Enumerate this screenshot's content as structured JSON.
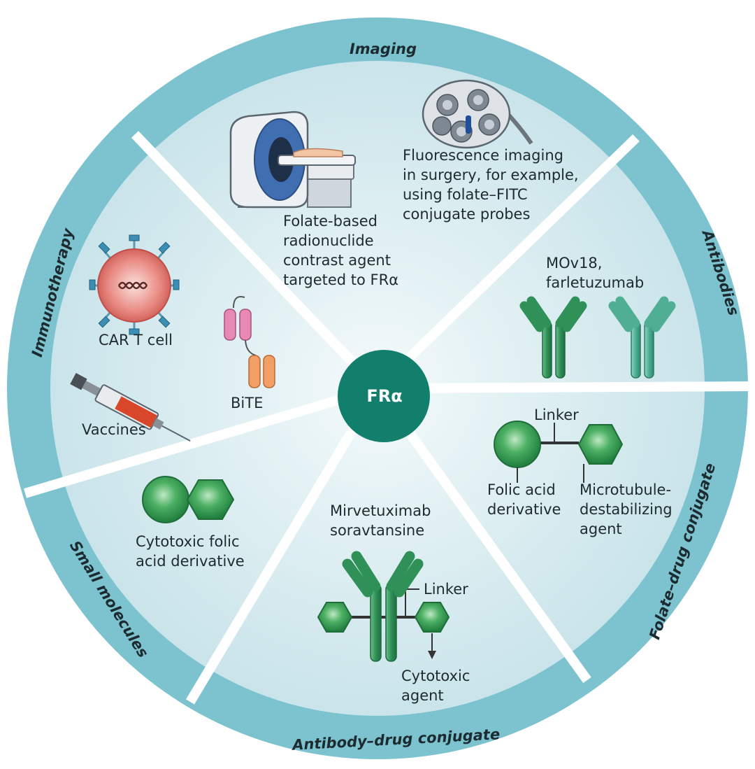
{
  "center": {
    "label": "FRα"
  },
  "sectors": [
    {
      "id": "imaging",
      "title": "Imaging"
    },
    {
      "id": "antibodies",
      "title": "Antibodies"
    },
    {
      "id": "folate-drug",
      "title": "Folate–drug conjugate"
    },
    {
      "id": "adc",
      "title": "Antibody–drug conjugate"
    },
    {
      "id": "small-molecules",
      "title": "Small molecules"
    },
    {
      "id": "immunotherapy",
      "title": "Immunotherapy"
    }
  ],
  "labels": {
    "folate_radionuclide": "Folate-based\nradionuclide\ncontrast agent\ntargeted to FRα",
    "fluorescence": "Fluorescence imaging\nin surgery, for example,\nusing folate–FITC\nconjugate probes",
    "antibodies_names": "MOv18,\nfarletuzumab",
    "linker_fdc": "Linker",
    "folic_acid_derivative": "Folic acid\nderivative",
    "microtubule_agent": "Microtubule-\ndestabilizing\nagent",
    "mirvetuximab": "Mirvetuximab\nsoravtansine",
    "linker_adc": "Linker",
    "cytotoxic_agent": "Cytotoxic\nagent",
    "cytotoxic_folic": "Cytotoxic folic\nacid derivative",
    "car_t": "CAR T cell",
    "bite": "BiTE",
    "vaccines": "Vaccines"
  },
  "colors": {
    "ring": "#7dc3cf",
    "ring_dark": "#5fb0bf",
    "sector_fill": "#d7ecf1",
    "separator": "#ffffff",
    "center": "#117f6b",
    "antibody_green": "#2e8e5a",
    "antibody_teal": "#4ea88f",
    "molecule_green": "#3aa35a"
  }
}
